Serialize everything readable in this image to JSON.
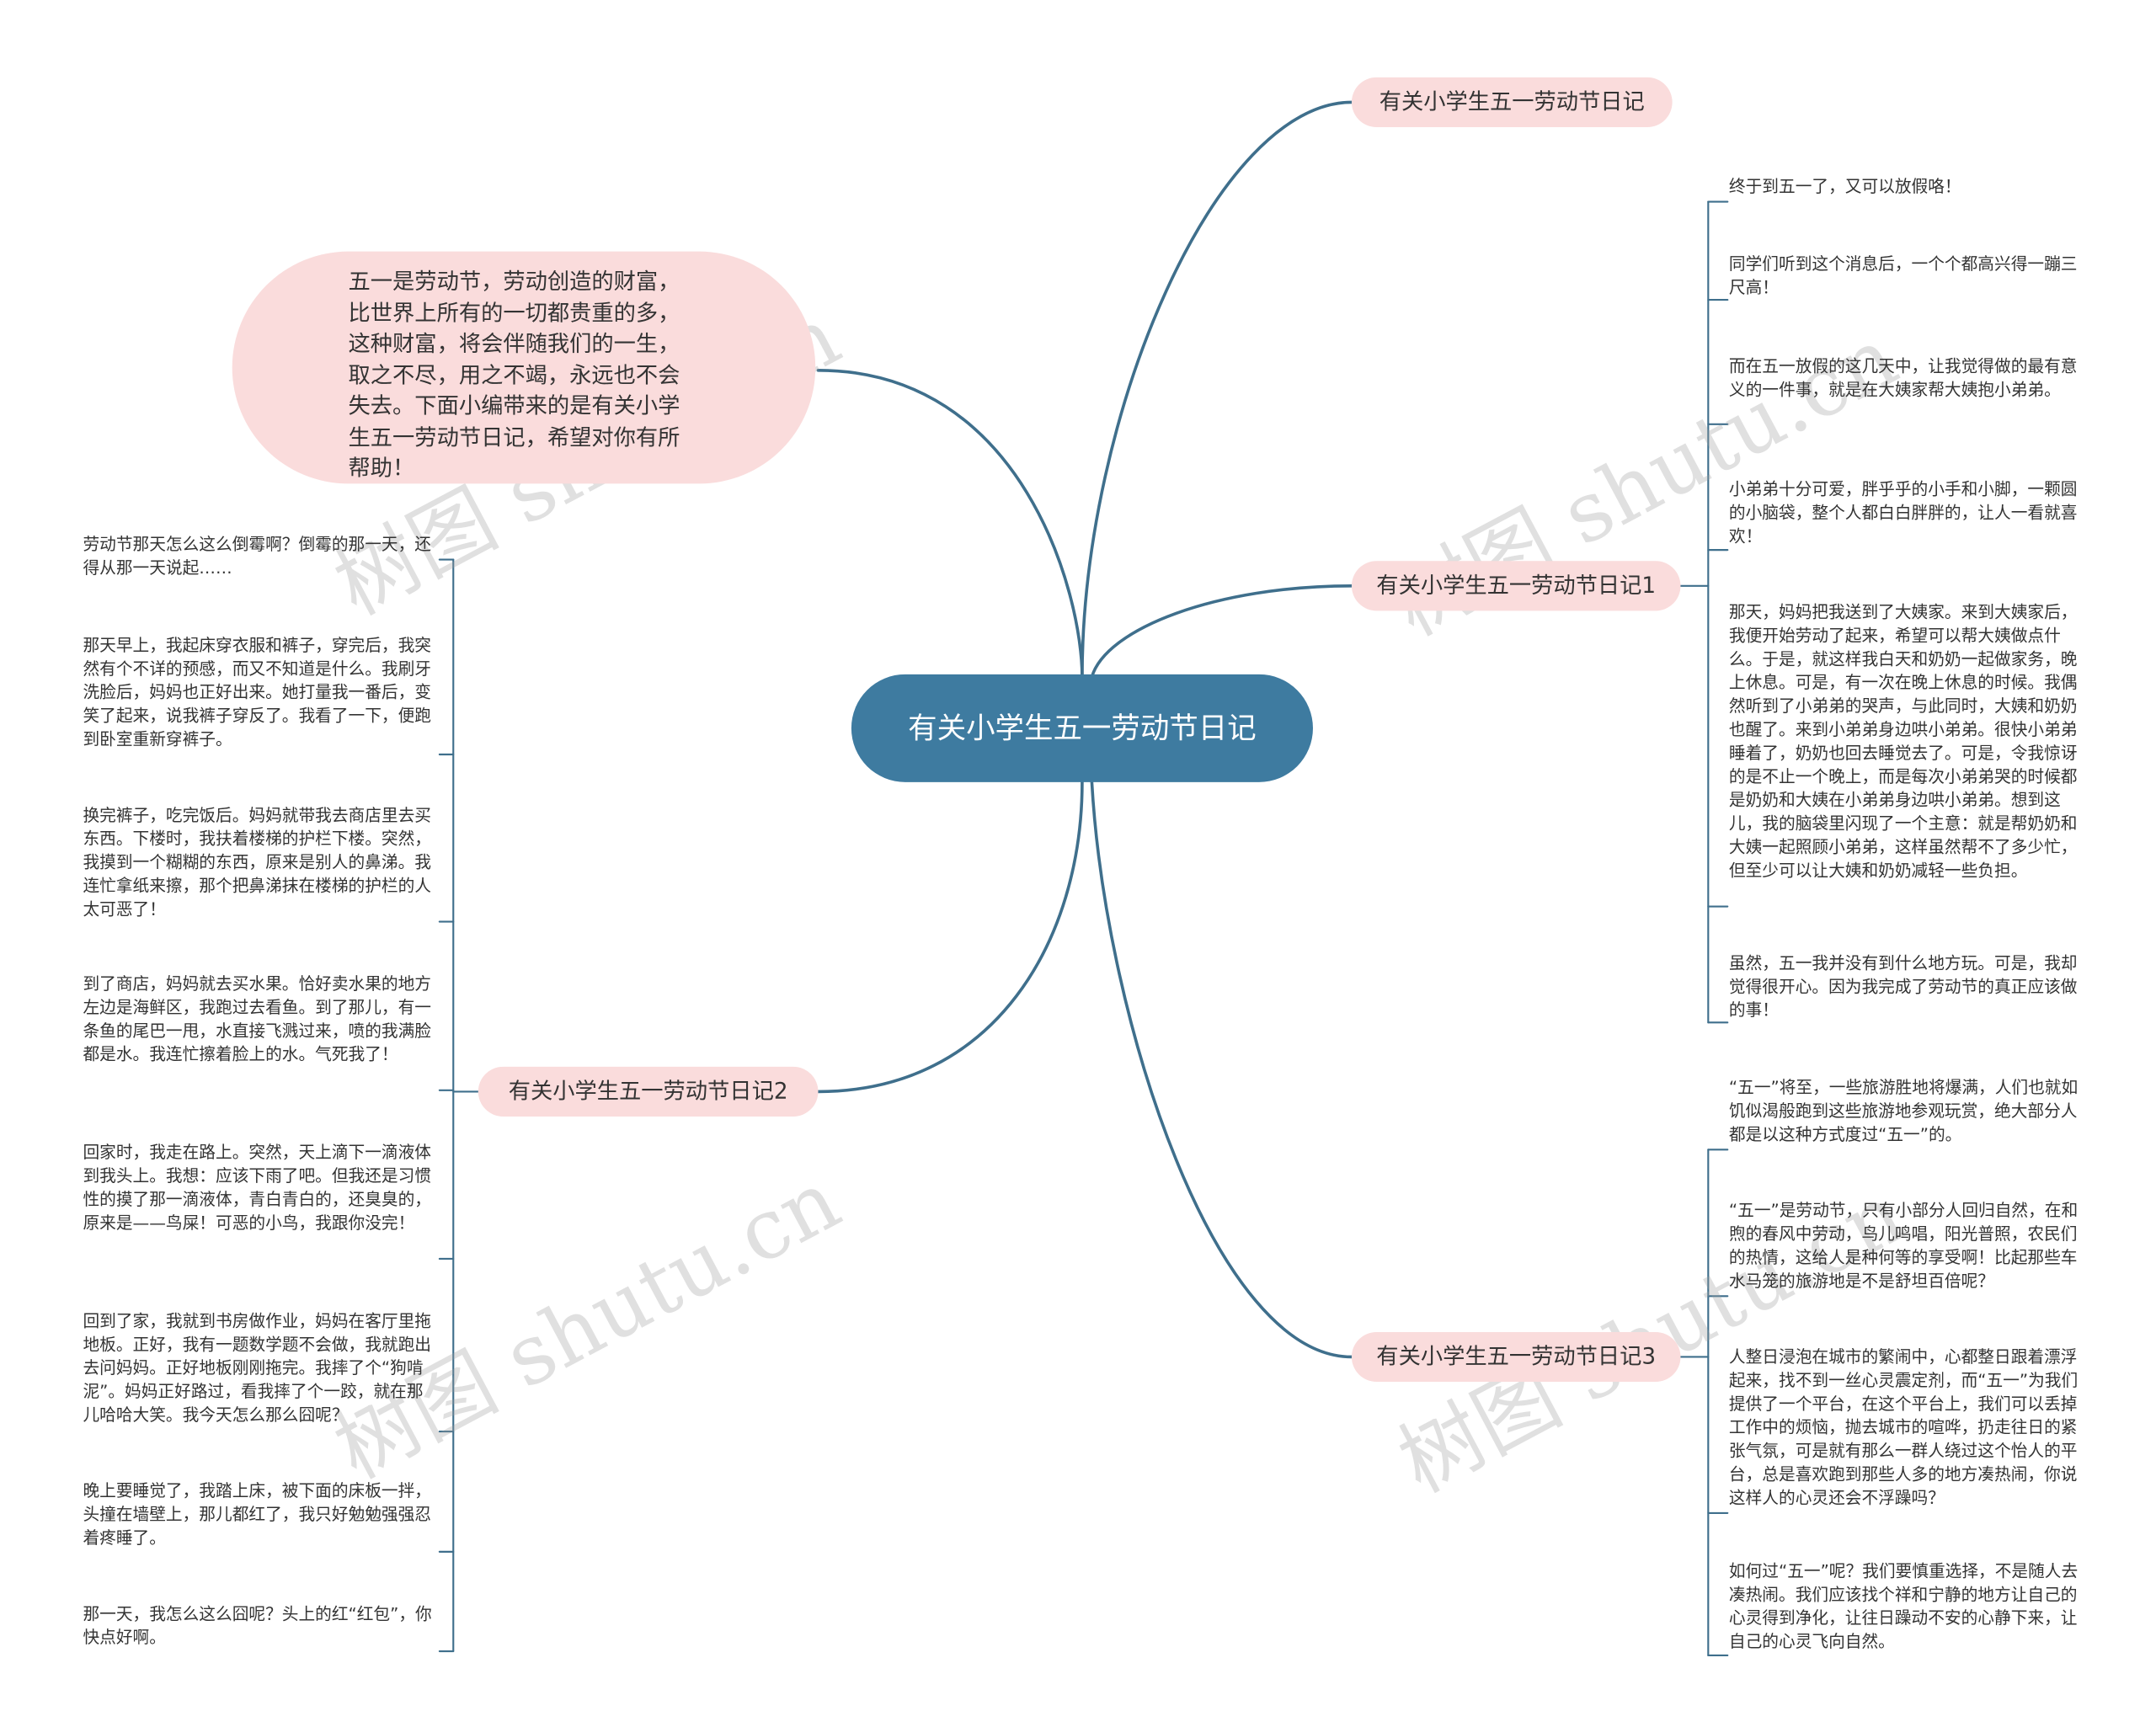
{
  "center": {
    "label": "有关小学生五一劳动节日记"
  },
  "intro": {
    "text": "五一是劳动节，劳动创造的财富，比世界上所有的一切都贵重的多，这种财富，将会伴随我们的一生，取之不尽，用之不竭，永远也不会失去。下面小编带来的是有关小学生五一劳动节日记，希望对你有所帮助！"
  },
  "branches": [
    {
      "label": "有关小学生五一劳动节日记",
      "leaves": []
    },
    {
      "label": "有关小学生五一劳动节日记1",
      "leaves": [
        "终于到五一了，又可以放假咯！",
        "同学们听到这个消息后，一个个都高兴得一蹦三尺高！",
        "而在五一放假的这几天中，让我觉得做的最有意义的一件事，就是在大姨家帮大姨抱小弟弟。",
        "小弟弟十分可爱，胖乎乎的小手和小脚，一颗圆的小脑袋，整个人都白白胖胖的，让人一看就喜欢！",
        "那天，妈妈把我送到了大姨家。来到大姨家后，我便开始劳动了起来，希望可以帮大姨做点什么。于是，就这样我白天和奶奶一起做家务，晚上休息。可是，有一次在晚上休息的时候。我偶然听到了小弟弟的哭声，与此同时，大姨和奶奶也醒了。来到小弟弟身边哄小弟弟。很快小弟弟睡着了，奶奶也回去睡觉去了。可是，令我惊讶的是不止一个晚上，而是每次小弟弟哭的时候都是奶奶和大姨在小弟弟身边哄小弟弟。想到这儿，我的脑袋里闪现了一个主意：就是帮奶奶和大姨一起照顾小弟弟，这样虽然帮不了多少忙，但至少可以让大姨和奶奶减轻一些负担。",
        "虽然，五一我并没有到什么地方玩。可是，我却觉得很开心。因为我完成了劳动节的真正应该做的事！"
      ]
    },
    {
      "label": "有关小学生五一劳动节日记2",
      "leaves": [
        "劳动节那天怎么这么倒霉啊？倒霉的那一天，还得从那一天说起……",
        "那天早上，我起床穿衣服和裤子，穿完后，我突然有个不详的预感，而又不知道是什么。我刷牙洗脸后，妈妈也正好出来。她打量我一番后，变笑了起来，说我裤子穿反了。我看了一下，便跑到卧室重新穿裤子。",
        "换完裤子，吃完饭后。妈妈就带我去商店里去买东西。下楼时，我扶着楼梯的护栏下楼。突然，我摸到一个糊糊的东西，原来是别人的鼻涕。我连忙拿纸来擦，那个把鼻涕抹在楼梯的护栏的人太可恶了！",
        "到了商店，妈妈就去买水果。恰好卖水果的地方左边是海鲜区，我跑过去看鱼。到了那儿，有一条鱼的尾巴一甩，水直接飞溅过来，喷的我满脸都是水。我连忙擦着脸上的水。气死我了！",
        "回家时，我走在路上。突然，天上滴下一滴液体到我头上。我想：应该下雨了吧。但我还是习惯性的摸了那一滴液体，青白青白的，还臭臭的，原来是——鸟屎！可恶的小鸟，我跟你没完！",
        "回到了家，我就到书房做作业，妈妈在客厅里拖地板。正好，我有一题数学题不会做，我就跑出去问妈妈。正好地板刚刚拖完。我摔了个“狗啃泥”。妈妈正好路过，看我摔了个一跤，就在那儿哈哈大笑。我今天怎么那么囧呢？",
        "晚上要睡觉了，我踏上床，被下面的床板一拌，头撞在墙壁上，那儿都红了，我只好勉勉强强忍着疼睡了。",
        "那一天，我怎么这么囧呢？头上的红“红包”，你快点好啊。"
      ]
    },
    {
      "label": "有关小学生五一劳动节日记3",
      "leaves": [
        "“五一”将至，一些旅游胜地将爆满，人们也就如饥似渴般跑到这些旅游地参观玩赏，绝大部分人都是以这种方式度过“五一”的。",
        "“五一”是劳动节，只有小部分人回归自然，在和煦的春风中劳动，鸟儿鸣唱，阳光普照，农民们的热情，这给人是种何等的享受啊！比起那些车水马笼的旅游地是不是舒坦百倍呢？",
        "人整日浸泡在城市的繁闹中，心都整日跟着漂浮起来，找不到一丝心灵震定剂，而“五一”为我们提供了一个平台，在这个平台上，我们可以丢掉工作中的烦恼，抛去城市的喧哗，扔走往日的紧张气氛，可是就有那么一群人绕过这个怡人的平台，总是喜欢跑到那些人多的地方凑热闹，你说这样人的心灵还会不浮躁吗？",
        "如何过“五一”呢？我们要慎重选择，不是随人去凑热闹。我们应该找个祥和宁静的地方让自己的心灵得到净化，让往日躁动不安的心静下来，让自己的心灵飞向自然。"
      ]
    }
  ],
  "watermarks": [
    "树图 shutu.cn",
    "树图 shutu.cn",
    "树图 shutu.cn",
    "树图 shutu.cn"
  ],
  "colors": {
    "center_fill": "#3e7ba0",
    "branch_fill": "#fadcdc",
    "link_stroke": "#3f6f8c"
  }
}
